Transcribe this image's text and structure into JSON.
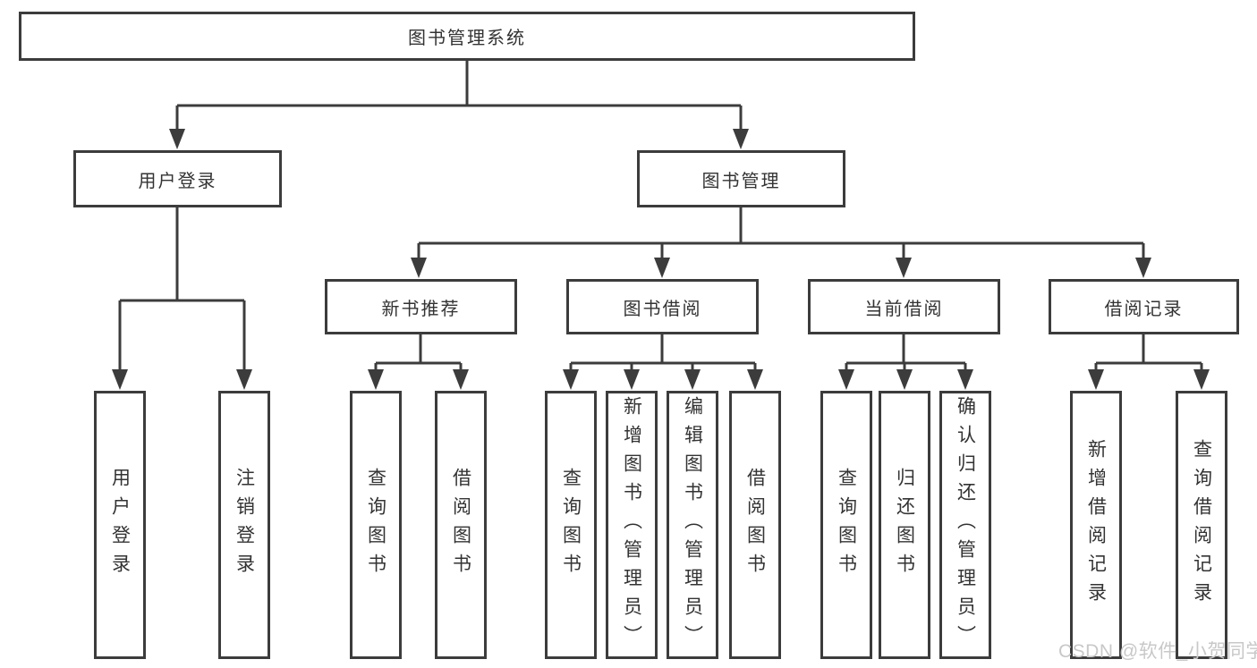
{
  "tree": {
    "label": "图书管理系统",
    "children": [
      {
        "label": "用户登录",
        "children": [
          {
            "label": "用户登录"
          },
          {
            "label": "注销登录"
          }
        ]
      },
      {
        "label": "图书管理",
        "children": [
          {
            "label": "新书推荐",
            "children": [
              {
                "label": "查询图书"
              },
              {
                "label": "借阅图书"
              }
            ]
          },
          {
            "label": "图书借阅",
            "children": [
              {
                "label": "查询图书"
              },
              {
                "label": "新增图书（管理员）"
              },
              {
                "label": "编辑图书（管理员）"
              },
              {
                "label": "借阅图书"
              }
            ]
          },
          {
            "label": "当前借阅",
            "children": [
              {
                "label": "查询图书"
              },
              {
                "label": "归还图书"
              },
              {
                "label": "确认归还（管理员）"
              }
            ]
          },
          {
            "label": "借阅记录",
            "children": [
              {
                "label": "新增借阅记录"
              },
              {
                "label": "查询借阅记录"
              }
            ]
          }
        ]
      }
    ]
  },
  "watermark": {
    "text": "CSDN @软件_小贺同学"
  },
  "colors": {
    "line": "#3c3c3c",
    "text": "#333333",
    "watermark": "#c8c8c8",
    "background": "#ffffff"
  }
}
